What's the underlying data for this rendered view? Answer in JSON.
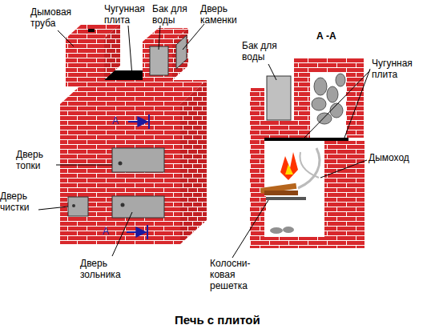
{
  "diagram": {
    "caption": "Печь с плитой",
    "labels": [
      "Дымовая труба",
      "Чугунная плита",
      "Бак для воды",
      "Дверь каменки",
      "А -А",
      "А",
      "Дверь топки",
      "Дверь чистки",
      "А",
      "Дверь зольника",
      "Бак для воды",
      "Чугунная плита",
      "Дымоход",
      "Колосни- ковая решетка"
    ]
  }
}
